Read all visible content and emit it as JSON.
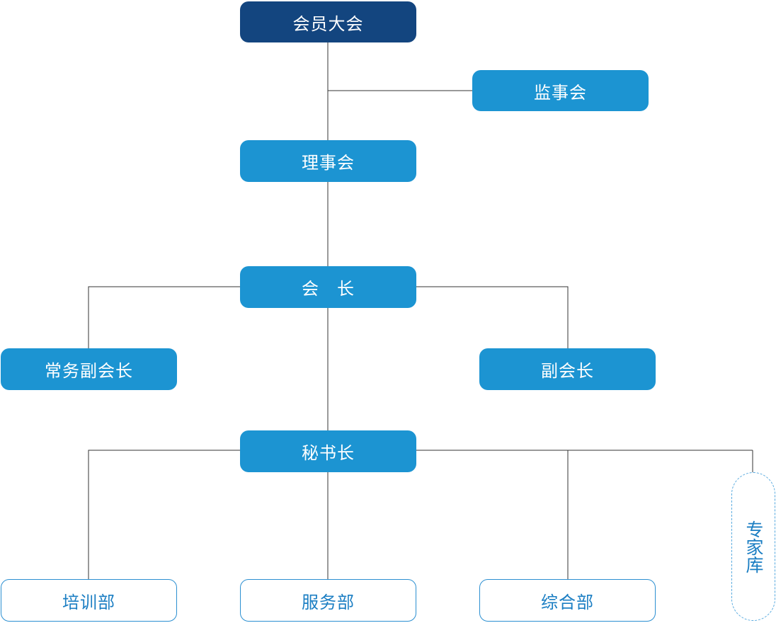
{
  "nodes": {
    "assembly": "会员大会",
    "supervisory": "监事会",
    "council": "理事会",
    "president": "会　长",
    "exec_vp": "常务副会长",
    "vp": "副会长",
    "secretary_general": "秘书长",
    "training": "培训部",
    "service": "服务部",
    "general_affairs": "综合部",
    "expert_pool": "专家库"
  },
  "colors": {
    "dark": "#13457f",
    "blue": "#1c94d2",
    "outline": "#2b8fd1",
    "line": "#333333"
  }
}
